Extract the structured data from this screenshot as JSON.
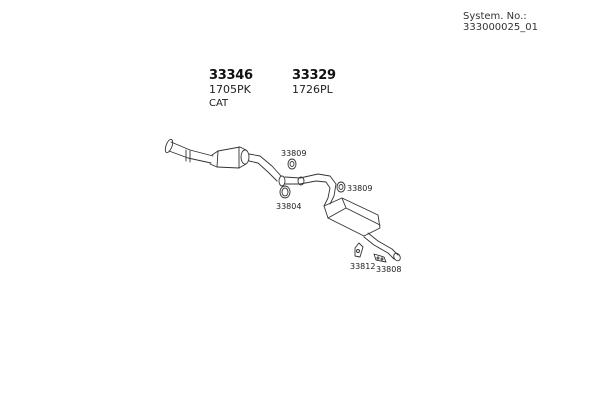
{
  "header": {
    "system_label": "System. No.:",
    "system_number": "333000025_01"
  },
  "groups": [
    {
      "part_number": "33346",
      "code": "1705PK",
      "note": "CAT"
    },
    {
      "part_number": "33329",
      "code": "1726PL"
    }
  ],
  "callouts": [
    "33809",
    "33804",
    "33809",
    "33812",
    "33808"
  ]
}
